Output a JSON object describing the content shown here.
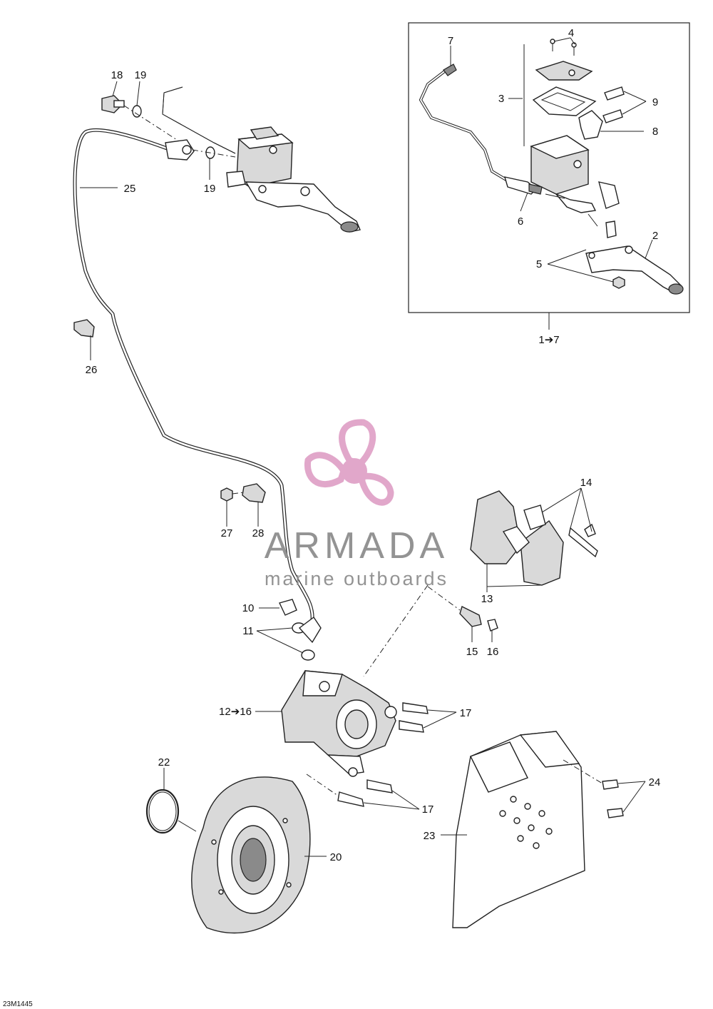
{
  "labels": {
    "l1_7": "1➔7",
    "l2": "2",
    "l3": "3",
    "l4": "4",
    "l5": "5",
    "l6": "6",
    "l7": "7",
    "l8": "8",
    "l9": "9",
    "l10": "10",
    "l11": "11",
    "l12_16": "12➔16",
    "l13": "13",
    "l14": "14",
    "l15": "15",
    "l16": "16",
    "l17a": "17",
    "l17b": "17",
    "l18": "18",
    "l19a": "19",
    "l19b": "19",
    "l20": "20",
    "l22": "22",
    "l23": "23",
    "l24": "24",
    "l25": "25",
    "l26": "26",
    "l27": "27",
    "l28": "28"
  },
  "watermark": {
    "name": "ARMADA",
    "tagline": "marine outboards",
    "logo_color": "#e0a3c8",
    "text_color": "#8e8e8e"
  },
  "drawing_code": "23M1445"
}
